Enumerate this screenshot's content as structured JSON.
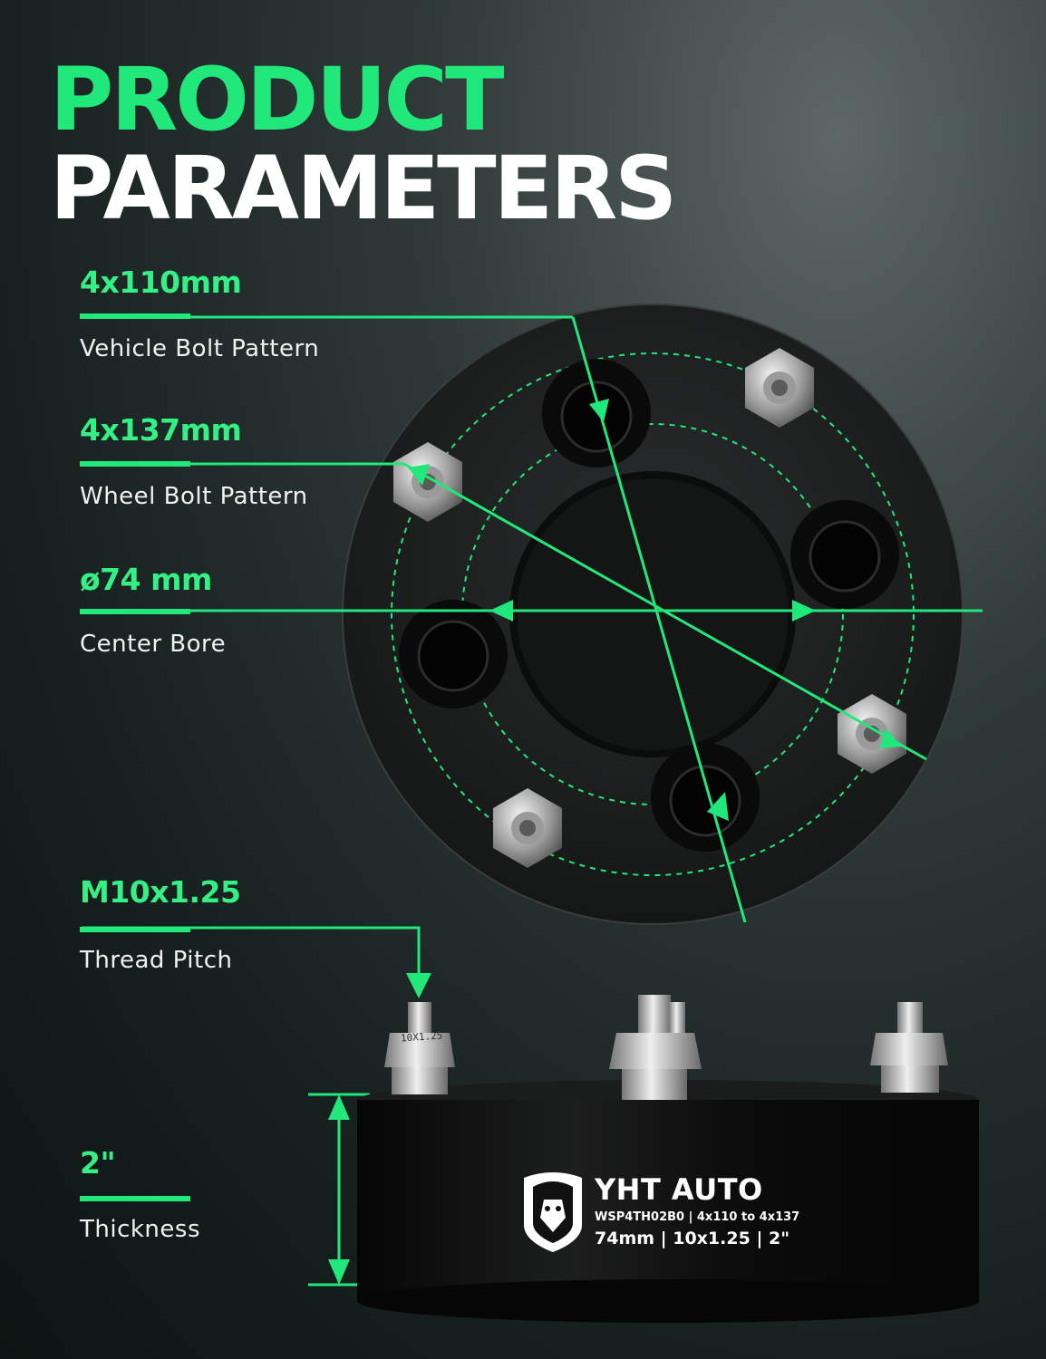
{
  "heading": {
    "line1": "PRODUCT",
    "line2": "PARAMETERS"
  },
  "specs": [
    {
      "value": "4x110mm",
      "label": "Vehicle Bolt Pattern"
    },
    {
      "value": "4x137mm",
      "label": "Wheel Bolt Pattern"
    },
    {
      "value": "ø74 mm",
      "label": "Center Bore"
    },
    {
      "value": "M10x1.25",
      "label": "Thread Pitch"
    },
    {
      "value": "2\"",
      "label": "Thickness"
    }
  ],
  "brand": {
    "name": "YHT AUTO",
    "model": "WSP4TH02B0",
    "pattern": "4x110 to 4x137",
    "bore": "74mm",
    "thread": "10x1.25",
    "thickness": "2\"",
    "stud_marking": "10X1.25"
  },
  "colors": {
    "accent": "#21e87a",
    "text": "#ffffff",
    "body": "#111111"
  }
}
